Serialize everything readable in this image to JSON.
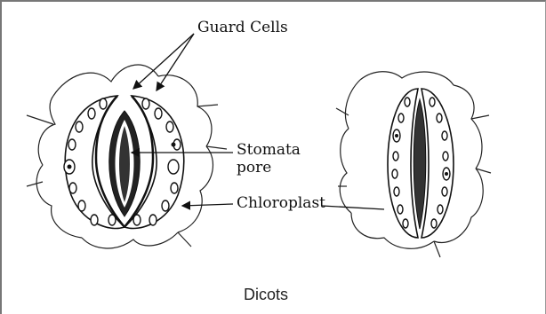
{
  "labels": {
    "guard_cells": "Guard Cells",
    "stomata_line1": "Stomata",
    "stomata_line2": "pore",
    "chloroplast": "Chloroplast"
  },
  "caption": "Dicots"
}
